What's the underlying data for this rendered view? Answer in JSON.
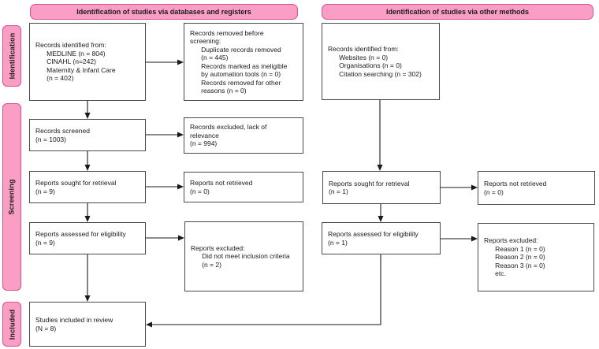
{
  "title": "PRISMA flow diagram",
  "colors": {
    "pink_fill": "#fb9ec6",
    "pink_border": "#d9538c",
    "box_border": "#4a4a4a",
    "arrow": "#1a1a1a"
  },
  "banners": {
    "databases": "Identification of studies via databases and registers",
    "other": "Identification of studies via other methods"
  },
  "sidebar": {
    "identification": "Identification",
    "screening": "Screening",
    "included": "Included"
  },
  "boxes": {
    "records_identified_db": {
      "lines": [
        "Records identified from:",
        "      MEDLINE (n = 804)",
        "      CINAHL (n=242)",
        "      Maternity & Infant Care",
        "      (n = 402)"
      ]
    },
    "records_removed": {
      "lines": [
        "Records removed before",
        "screening:",
        "      Duplicate records removed",
        "      (n = 445)",
        "      Records marked as ineligible",
        "      by automation tools (n = 0)",
        "      Records removed for other",
        "      reasons (n = 0)"
      ]
    },
    "records_screened": {
      "lines": [
        "Records screened",
        "(n = 1003)"
      ]
    },
    "records_excluded": {
      "lines": [
        "Records excluded, lack of",
        "relevance",
        "(n = 994)"
      ]
    },
    "reports_sought_db": {
      "lines": [
        "Reports sought for retrieval",
        "(n = 9)"
      ]
    },
    "reports_not_retrieved_db": {
      "lines": [
        "Reports not retrieved",
        "(n = 0)"
      ]
    },
    "reports_assessed_db": {
      "lines": [
        "Reports assessed for eligibility",
        "(n = 9)"
      ]
    },
    "reports_excluded_db": {
      "lines": [
        "Reports excluded:",
        "      Did not meet inclusion criteria",
        "      (n = 2)"
      ]
    },
    "studies_included": {
      "lines": [
        "Studies included in review",
        "(N = 8)"
      ]
    },
    "records_identified_other": {
      "lines": [
        "Records identified from:",
        "      Websites (n = 0)",
        "      Organisations (n = 0)",
        "      Citation searching (n = 302)"
      ]
    },
    "reports_sought_other": {
      "lines": [
        "Reports sought for retrieval",
        "(n = 1)"
      ]
    },
    "reports_not_retrieved_other": {
      "lines": [
        "Reports not retrieved",
        "(n = 0)"
      ]
    },
    "reports_assessed_other": {
      "lines": [
        "Reports assessed for eligibility",
        "(n = 1)"
      ]
    },
    "reports_excluded_other": {
      "lines": [
        "Reports excluded:",
        "      Reason 1 (n = 0)",
        "      Reason 2 (n = 0)",
        "      Reason 3 (n = 0)",
        "      etc."
      ]
    }
  }
}
